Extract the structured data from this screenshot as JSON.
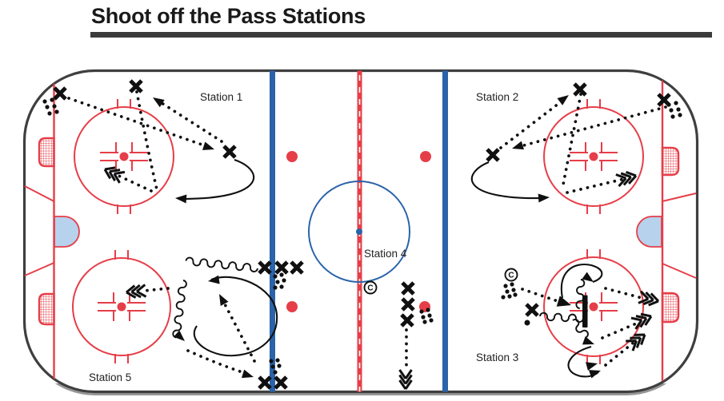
{
  "title": "Shoot off the Pass Stations",
  "stations": {
    "s1": {
      "label": "Station 1"
    },
    "s2": {
      "label": "Station 2"
    },
    "s3": {
      "label": "Station 3"
    },
    "s4": {
      "label": "Station 4"
    },
    "s5": {
      "label": "Station 5"
    }
  },
  "symbols": {
    "coach": "C",
    "player_marker": "X"
  },
  "colors": {
    "red": "#e63e48",
    "blue": "#2a63a9",
    "crease": "#b7d2ed",
    "boards": "#3f3f3f",
    "ink": "#101010",
    "label": "#222222",
    "title": "#1a1a1a",
    "rule": "#3b3b3b",
    "shadow": "#969696"
  }
}
